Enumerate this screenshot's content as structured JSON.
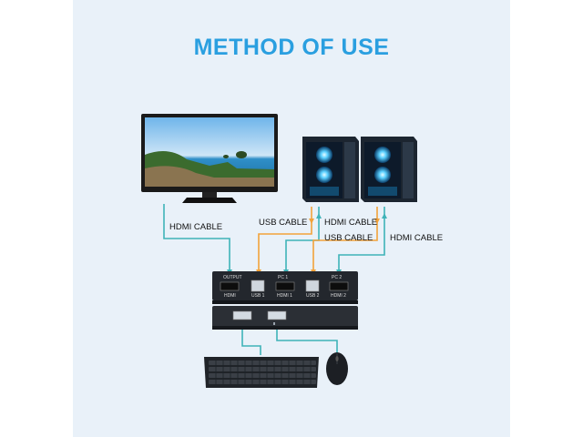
{
  "title": "METHOD OF USE",
  "cables": {
    "hdmi_monitor": "HDMI CABLE",
    "usb_pc1": "USB CABLE",
    "hdmi_pc1": "HDMI CABLE",
    "usb_pc2": "USB CABLE",
    "hdmi_pc2": "HDMI CABLE"
  },
  "ports": {
    "output_top": "OUTPUT",
    "output_bottom": "HDMI",
    "pc1_top": "PC 1",
    "usb1": "USB 1",
    "hdmi1": "HDMI 1",
    "pc2_top": "PC 2",
    "usb2": "USB 2",
    "hdmi2": "HDMI 2"
  },
  "colors": {
    "title": "#2a9fe0",
    "panel_bg": "#e9f1f9",
    "hdmi_cable": "#3fb3b8",
    "usb_cable": "#f2a23a"
  },
  "icons": [
    "monitor-icon",
    "pc-tower-icon",
    "kvm-switch-icon",
    "keyboard-icon",
    "mouse-icon"
  ]
}
